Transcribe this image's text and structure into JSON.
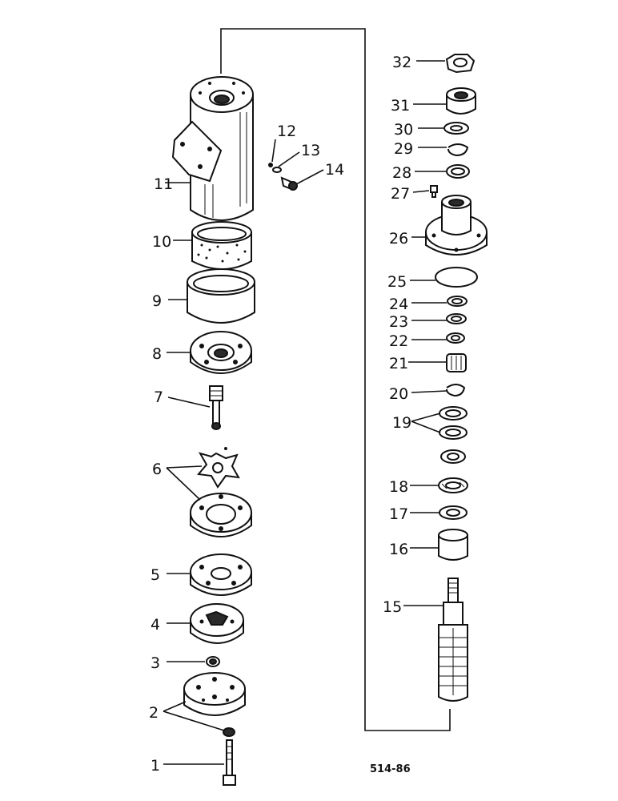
{
  "figure_code": "514-86",
  "callouts": [
    "1",
    "2",
    "3",
    "4",
    "5",
    "6",
    "7",
    "8",
    "9",
    "10",
    "11",
    "12",
    "13",
    "14",
    "15",
    "16",
    "17",
    "18",
    "19",
    "20",
    "21",
    "22",
    "23",
    "24",
    "25",
    "26",
    "27",
    "28",
    "29",
    "30",
    "31",
    "32"
  ],
  "colors": {
    "ink": "#111111",
    "paper": "#ffffff"
  }
}
